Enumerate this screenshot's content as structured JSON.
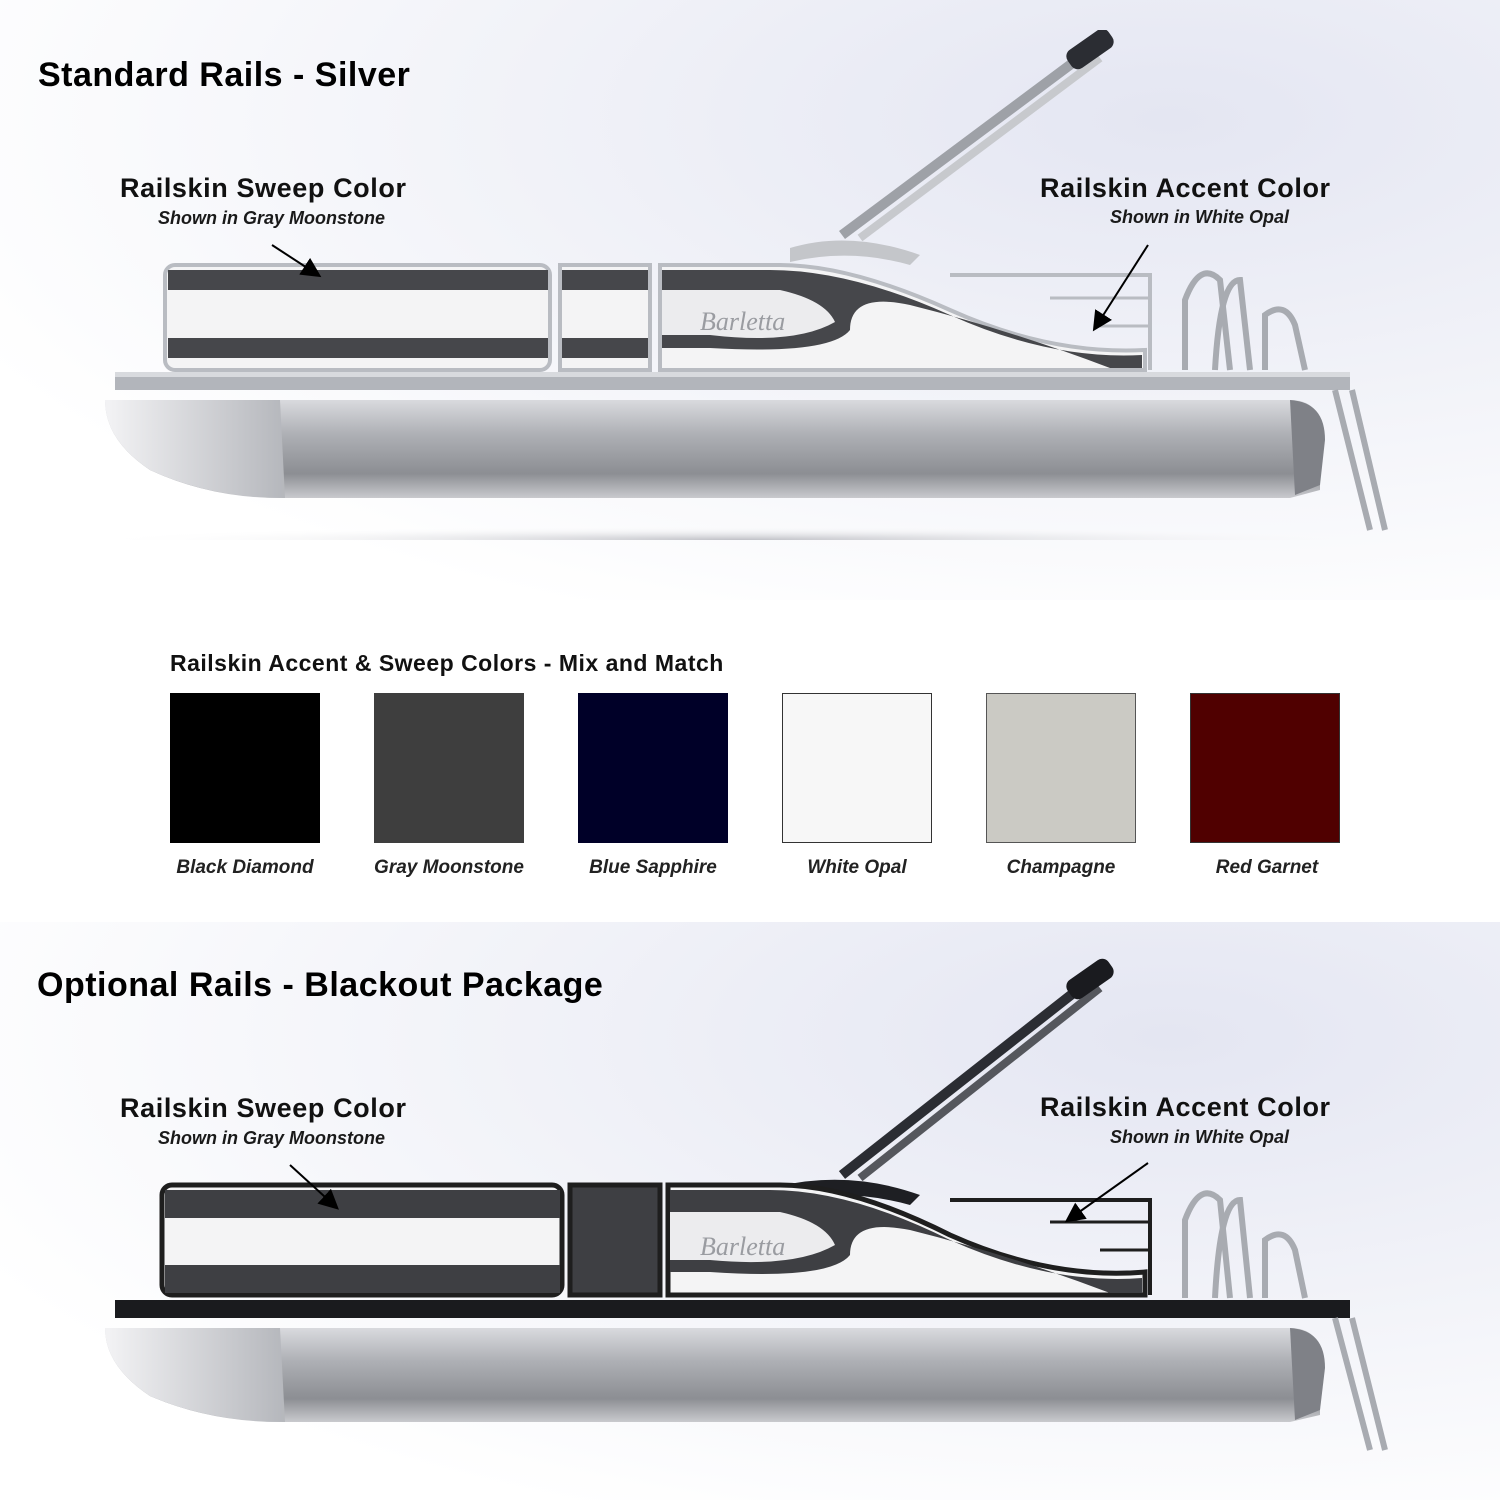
{
  "standard": {
    "title": "Standard Rails - Silver",
    "sweep_title": "Railskin Sweep Color",
    "sweep_sub": "Shown in Gray Moonstone",
    "accent_title": "Railskin Accent Color",
    "accent_sub": "Shown in White Opal",
    "brand": "Barletta",
    "rail_color": "#b9bcc2"
  },
  "palette": {
    "title": "Railskin Accent & Sweep Colors - Mix and Match",
    "colors": [
      {
        "name": "Black Diamond",
        "hex": "#000000"
      },
      {
        "name": "Gray Moonstone",
        "hex": "#3e3e3e"
      },
      {
        "name": "Blue Sapphire",
        "hex": "#000028"
      },
      {
        "name": "White Opal",
        "hex": "#f7f7f7"
      },
      {
        "name": "Champagne",
        "hex": "#cbcac4"
      },
      {
        "name": "Red Garnet",
        "hex": "#500000"
      }
    ]
  },
  "optional": {
    "title": "Optional Rails - Blackout Package",
    "sweep_title": "Railskin Sweep Color",
    "sweep_sub": "Shown in Gray Moonstone",
    "accent_title": "Railskin Accent Color",
    "accent_sub": "Shown in White Opal",
    "brand": "Barletta",
    "rail_color": "#1e1e1e"
  }
}
